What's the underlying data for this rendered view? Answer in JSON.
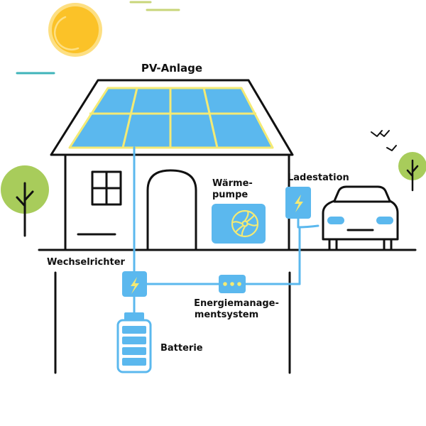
{
  "labels": {
    "pv": "PV-Anlage",
    "heat_pump_line1": "Wärme-",
    "heat_pump_line2": "pumpe",
    "charging_station": "Ladestation",
    "inverter": "Wechselrichter",
    "ems_line1": "Energiemanage-",
    "ems_line2": "mentsystem",
    "battery": "Batterie"
  },
  "colors": {
    "outline": "#111111",
    "accent_blue": "#5bb8ee",
    "panel_grid": "#f4ea74",
    "sun": "#fbc228",
    "sun_rays": "#fddf82",
    "tree": "#a8cc5b",
    "cloud_line_yellow": "#c8d67a",
    "cloud_line_teal": "#3fb4ba",
    "bolt": "#f4ea74"
  },
  "icons": {
    "sun": "sun-icon",
    "tree": "tree-icon",
    "birds": "bird-icon",
    "house": "house-icon",
    "solar_panel": "solar-panel-icon",
    "heat_pump": "fan-icon",
    "charger": "charger-icon",
    "car": "car-icon",
    "inverter": "lightning-bolt-icon",
    "ems": "ems-device-icon",
    "battery": "battery-icon"
  }
}
